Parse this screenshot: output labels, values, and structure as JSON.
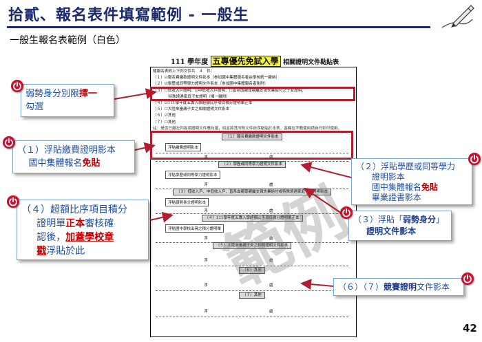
{
  "header": {
    "title": "拾貳、報名表件填寫範例 - 一般生",
    "subtitle": "一般生報名表範例（白色）"
  },
  "doc": {
    "title_year": "111 學年度",
    "title_highlight": "五專優先免試入學",
    "title_rest": "相關證明文件黏貼表",
    "checklist_header": "隨報名表附上下列文件共　４　件：",
    "checklist": [
      "（１）☑報名費繳款證明文件影本（参加國中集體報名者由學校統一繳納）",
      "（２）☑學歷或同等學力證明文件影本（参加國中集體報名者免附）",
      "（３）☐低收入戶證明、☑中低收入戶證明、☐直系血親尊親屬支領失業給付之子女證明、",
      "　　　　特殊境遇家庭子女證明（擇一繳附）",
      "（４）☑111學年度五專入學超額比序項目積分證明單正本",
      "（５）☐大陸來臺親子女之相關證明文件影本",
      "（６）☑其他",
      "（７）☐其他"
    ],
    "checklist_note": "註：是否已繳左列各項證明文件應勾選，如並將其所附文件依序黏貼於本表，各欄位不敷使用請自行影印使用。",
    "sections": [
      {
        "label": "（１）報名費繳款證明文件影本",
        "paste": "浮貼繳費證明影本",
        "foot1": "浮",
        "foot2": "處"
      },
      {
        "label": "（２）學歷或同等學力證明文件影本",
        "paste": "浮貼學歷或同等學力證明影本",
        "foot1": "浮",
        "foot2": "處"
      },
      {
        "label": "（３）低收入戶、中低收入戶、直系血親尊親屬支領失業給付或特殊境遇家庭子女證明影本",
        "paste": "浮貼弱勢身分證明影本",
        "foot1": "浮",
        "foot2": "處"
      },
      {
        "label": "（４）111學年度五專入學超額比序項目積分證明單正本",
        "paste": "浮貼國中學校出具之積分證明單",
        "foot1": "浮",
        "foot2": "處"
      },
      {
        "label": "（５）大陸來臺親子女之相關證明文件影本",
        "paste": "",
        "foot1": "浮",
        "foot2": "處"
      },
      {
        "label": "（６）其他",
        "paste": "",
        "foot1": "浮",
        "foot2": "處"
      },
      {
        "label": "（７）其他",
        "paste": "",
        "foot1": "浮",
        "foot2": "處"
      }
    ],
    "watermark": "範例"
  },
  "callouts": {
    "c1": {
      "text": "弱勢身分別限",
      "red": "擇一",
      "rest": "勾選"
    },
    "c2": {
      "line1": "（１）浮貼繳費證明影本",
      "line2a": "國中集體報名",
      "red": "免貼"
    },
    "c3": {
      "line1": "（２）浮貼學歷或同等學力",
      "line2": "證明影本",
      "line3a": "國中集體報名",
      "red": "免貼",
      "line4": "畢業證書影本"
    },
    "c4": {
      "line1": "（３）浮貼「",
      "bold1": "弱勢身分",
      "line1b": "」",
      "bold2": "證明文件影本"
    },
    "c5": {
      "line1": "（４）超額比序項目積分",
      "line2a": "證明單",
      "red1": "正本",
      "line2b": "審核確",
      "line3a": "認後，",
      "red2": "加蓋學校章",
      "red3": "戳",
      "line4b": "浮貼於此"
    },
    "c6": {
      "line1": "（６）（７）",
      "bold1": "競賽證明",
      "rest": "文件影本"
    }
  },
  "page_number": "42",
  "colors": {
    "title": "#1a2a6c",
    "accent_red": "#b01e2f",
    "callout_text": "#1f4fa0",
    "highlight": "#f4ef4a"
  }
}
